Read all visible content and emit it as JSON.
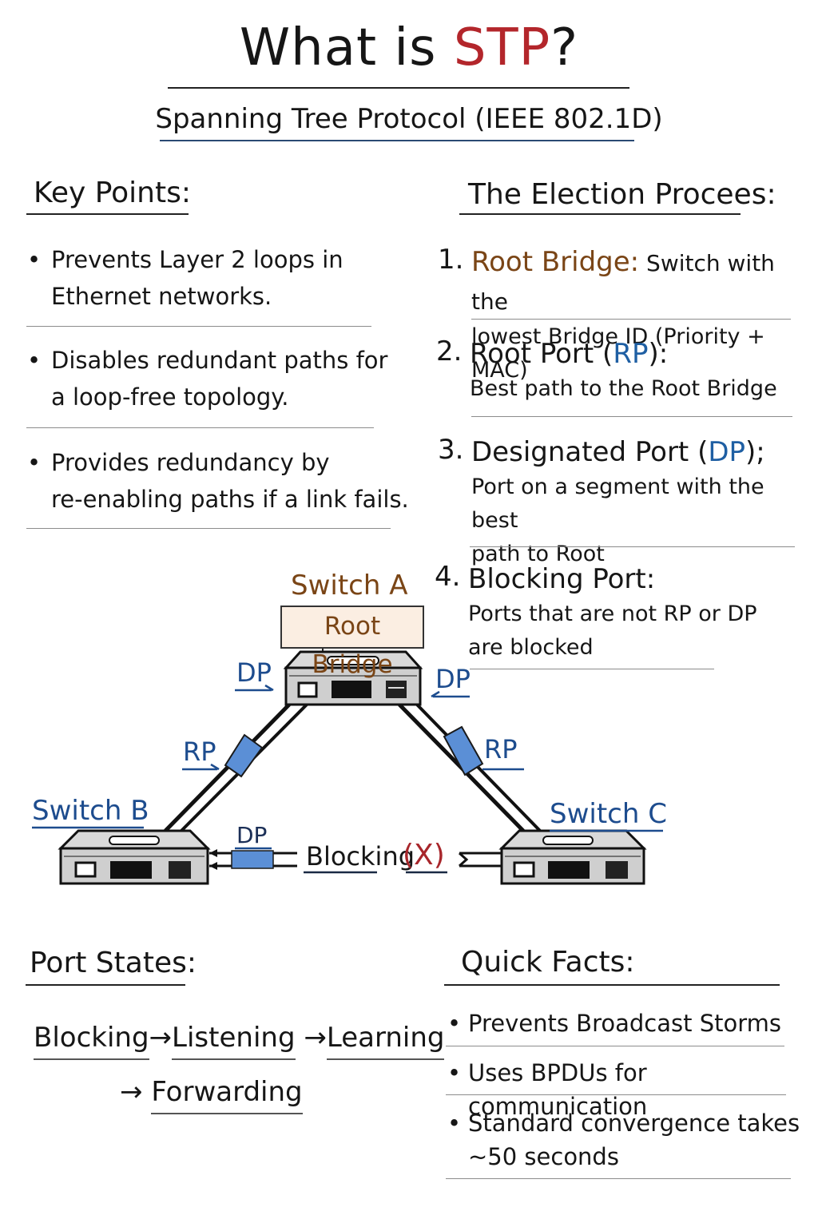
{
  "header": {
    "title_prefix": "What is ",
    "title_accent": "STP",
    "title_suffix": "?",
    "subtitle": "Spanning Tree Protocol (IEEE 802.1D)"
  },
  "key_points": {
    "heading": "Key Points:",
    "items": [
      {
        "line1": "Prevents Layer 2 loops in",
        "line2": "Ethernet networks."
      },
      {
        "line1": "Disables redundant paths for",
        "line2": "a loop-free topology."
      },
      {
        "line1": "Provides redundancy by",
        "line2": "re-enabling paths if a link fails."
      }
    ]
  },
  "election": {
    "heading": "The Election Procees:",
    "steps": [
      {
        "num": "1.",
        "term": "Root Bridge:",
        "rest": " Switch with the",
        "desc": [
          "lowest Bridge ID (Priority + MAC)"
        ]
      },
      {
        "num": "2.",
        "term_pre": "Root Port (",
        "abbr": "RP",
        "term_post": "):",
        "desc": [
          "Best path to the Root Bridge"
        ]
      },
      {
        "num": "3.",
        "term_pre": "Designated Port (",
        "abbr": "DP",
        "term_post": ");",
        "desc": [
          "Port on a segment with the best",
          "path to Root"
        ]
      },
      {
        "num": "4.",
        "term_pre": "Blocking Port:",
        "desc": [
          "Ports that are not RP or DP",
          "are blocked"
        ]
      }
    ]
  },
  "diagram": {
    "switch_a": {
      "name": "Switch A",
      "role": "Root Bridge"
    },
    "switch_b": {
      "name": "Switch B"
    },
    "switch_c": {
      "name": "Switch C"
    },
    "labels": {
      "a_left": "DP",
      "a_right": "DP",
      "b_up": "RP",
      "c_up": "RP",
      "b_right": "DP",
      "blocking": "Blocking",
      "blocked_mark": "(X)"
    },
    "colors": {
      "port_fill": "#5b8fd6",
      "label_blue": "#1d4c8e",
      "block_red": "#a8262b",
      "root_brown": "#7a4516",
      "root_box": "#fbeee2",
      "switch_gray": "#d6d6d6"
    }
  },
  "port_states": {
    "heading": "Port States:",
    "states": [
      "Blocking",
      "Listening",
      "Learning",
      "Forwarding"
    ],
    "arrow": "→"
  },
  "quick_facts": {
    "heading": "Quick Facts:",
    "items": [
      {
        "line1": "Prevents Broadcast Storms"
      },
      {
        "line1": "Uses BPDUs for communication"
      },
      {
        "line1": "Standard convergence takes",
        "line2": "~50 seconds"
      }
    ]
  }
}
